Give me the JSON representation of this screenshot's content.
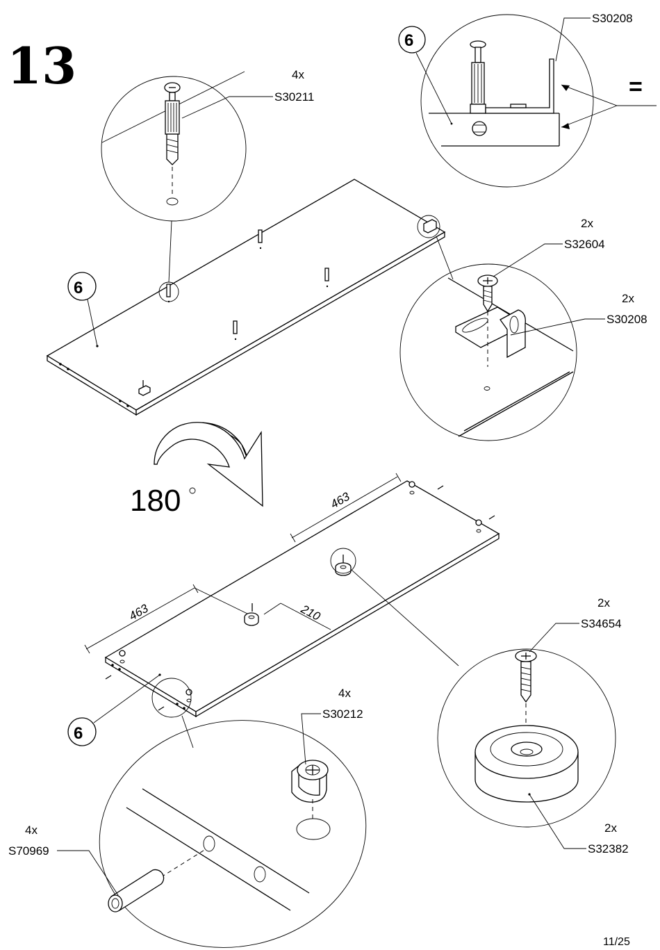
{
  "step_number": "13",
  "turn_label": "180",
  "page_number": "11/25",
  "panel_badge": "6",
  "equals_sign": "=",
  "dimensions": {
    "length_a": "463",
    "length_b": "463",
    "offset": "210"
  },
  "parts": {
    "cam_bolt": {
      "qty": "4x",
      "code": "S30211"
    },
    "bracket_detail": {
      "code": "S30208"
    },
    "bracket_screw": {
      "qty": "2x",
      "code": "S32604"
    },
    "bracket": {
      "qty": "2x",
      "code": "S30208"
    },
    "foot_screw": {
      "qty": "2x",
      "code": "S34654"
    },
    "cam_lock": {
      "qty": "4x",
      "code": "S30212"
    },
    "dowel": {
      "qty": "4x",
      "code": "S70969"
    },
    "foot_pad": {
      "qty": "2x",
      "code": "S32382"
    }
  },
  "icons": [
    "rotate-arrow-icon",
    "cam-bolt-icon",
    "bracket-icon",
    "screw-icon",
    "cam-lock-icon",
    "dowel-icon",
    "foot-pad-icon"
  ]
}
